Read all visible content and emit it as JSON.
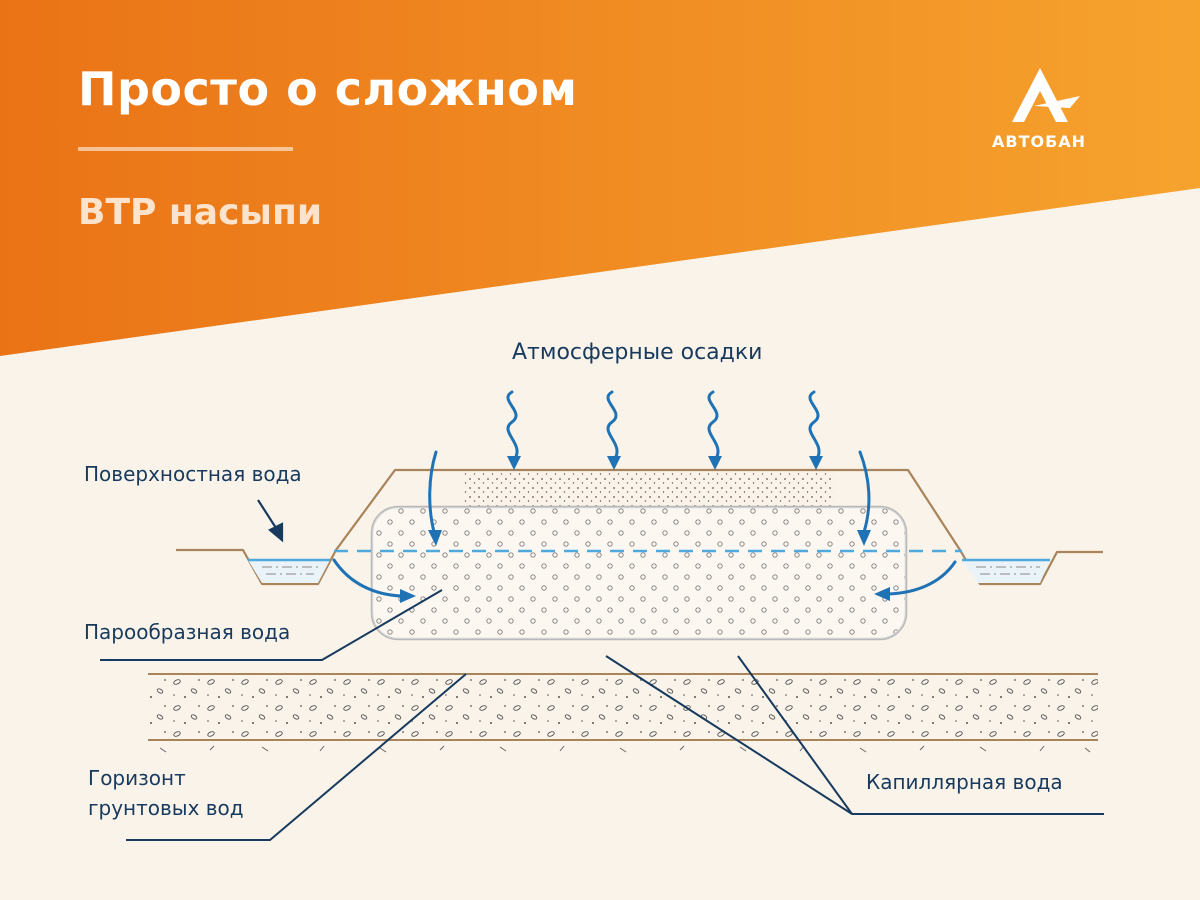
{
  "header": {
    "title": "Просто о сложном",
    "subtitle": "ВТР насыпи",
    "logo_text": "АВТОБАН"
  },
  "diagram": {
    "labels": {
      "precipitation": "Атмосферные осадки",
      "surface_water": "Поверхностная вода",
      "vapor_water": "Парообразная вода",
      "groundwater_horizon_line1": "Горизонт",
      "groundwater_horizon_line2": "грунтовых вод",
      "capillary_water": "Капиллярная вода"
    }
  },
  "colors": {
    "orange_dark": "#ea7316",
    "orange_light": "#f6a32e",
    "background": "#faf3ea",
    "soil_line": "#a9845a",
    "arrow_blue": "#1f73b5",
    "water_blue": "#4fa9dd",
    "label_navy": "#173a5e"
  }
}
